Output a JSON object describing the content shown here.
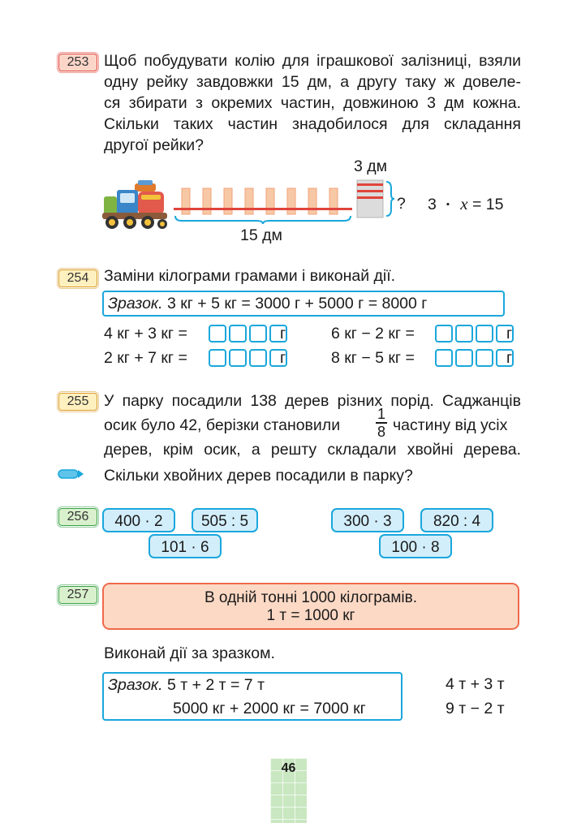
{
  "p253": {
    "number": "253",
    "lines": [
      "Щоб побудувати колію для іграшкової залізниці, взяли",
      "одну рейку завдовжки 15 дм, а другу таку ж довеле-",
      "ся збирати з окремих частин, довжиною 3 дм кожна.",
      "Скільки таких частин знадобилося для складання",
      "другої рейки?"
    ],
    "label_3dm": "3 дм",
    "label_15dm": "15 дм",
    "question_mark": "?",
    "eq_a": "3",
    "eq_op": "·",
    "eq_var": "x",
    "eq_rhs": "= 15"
  },
  "p254": {
    "number": "254",
    "title": "Заміни кілограми грамами і виконай дії.",
    "sample_word": "Зразок.",
    "sample_rest": "3 кг + 5 кг = 3000 г + 5000 г = 8000 г",
    "rows": [
      {
        "left": "4 кг + 3 кг =",
        "left_unit": "г",
        "right": "6 кг − 2 кг =",
        "right_unit": "г"
      },
      {
        "left": "2 кг + 7 кг =",
        "left_unit": "г",
        "right": "8 кг − 5 кг =",
        "right_unit": "г"
      }
    ]
  },
  "p255": {
    "number": "255",
    "line1": "У парку посадили 138 дерев різних порід. Саджанців",
    "line2_a": "осик було 42, берізки становили",
    "frac_num": "1",
    "frac_den": "8",
    "line2_b": "частину від усіх",
    "line3": "дерев, крім осик, а решту складали хвойні дерева.",
    "line4": "Скільки хвойних дерев посадили в парку?"
  },
  "p256": {
    "number": "256",
    "left": {
      "a": "400 · 2",
      "b": "505 : 5",
      "c": "101 · 6"
    },
    "right": {
      "a": "300 · 3",
      "b": "820 : 4",
      "c": "100 · 8"
    }
  },
  "p257": {
    "number": "257",
    "rule_line1": "В одній тонні 1000 кілограмів.",
    "rule_line2": "1 т = 1000 кг",
    "instruction": "Виконай дії за зразком.",
    "sample_word": "Зразок.",
    "sample_line1": "5 т + 2 т = 7 т",
    "sample_line2": "5000 кг + 2000 кг = 7000 кг",
    "task1": "4 т + 3 т",
    "task2": "9 т − 2 т"
  },
  "page_number": "46",
  "colors": {
    "accent_blue": "#1aa7dc",
    "pill_fill": "#d3eefb",
    "rule_fill": "#fcd9c5",
    "rule_border": "#ef6a4a",
    "page_tab": "#c9e7c0"
  }
}
